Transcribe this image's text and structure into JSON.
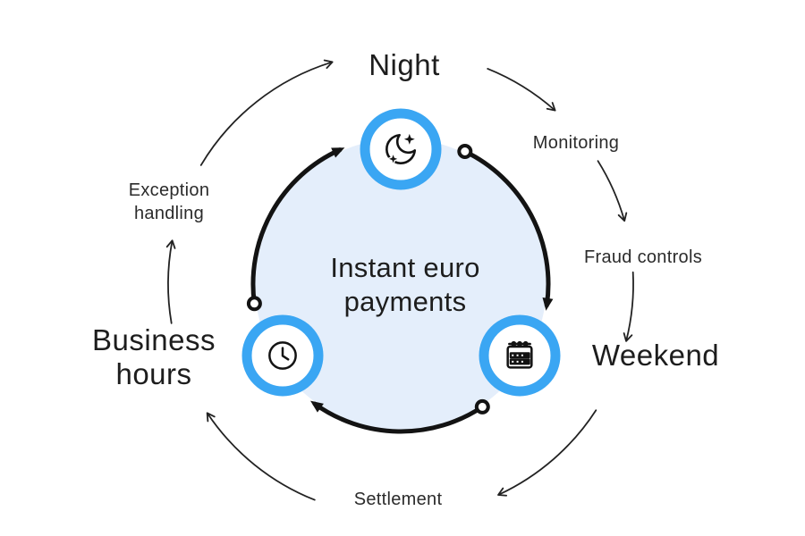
{
  "colors": {
    "accent": "#3aa6f3",
    "circle_fill": "#e4eefb",
    "ink": "#1d1d1d"
  },
  "center": {
    "line1": "Instant euro",
    "line2": "payments"
  },
  "nodes": [
    {
      "id": "night",
      "label": "Night",
      "icon": "moon-stars-icon"
    },
    {
      "id": "weekend",
      "label": "Weekend",
      "icon": "calendar-icon"
    },
    {
      "id": "business-hours",
      "label_line1": "Business",
      "label_line2": "hours",
      "icon": "clock-icon"
    }
  ],
  "outer_labels": [
    {
      "id": "monitoring",
      "label": "Monitoring"
    },
    {
      "id": "fraud-controls",
      "label": "Fraud controls"
    },
    {
      "id": "settlement",
      "label": "Settlement"
    },
    {
      "id": "exception-handling",
      "label_line1": "Exception",
      "label_line2": "handling"
    }
  ]
}
